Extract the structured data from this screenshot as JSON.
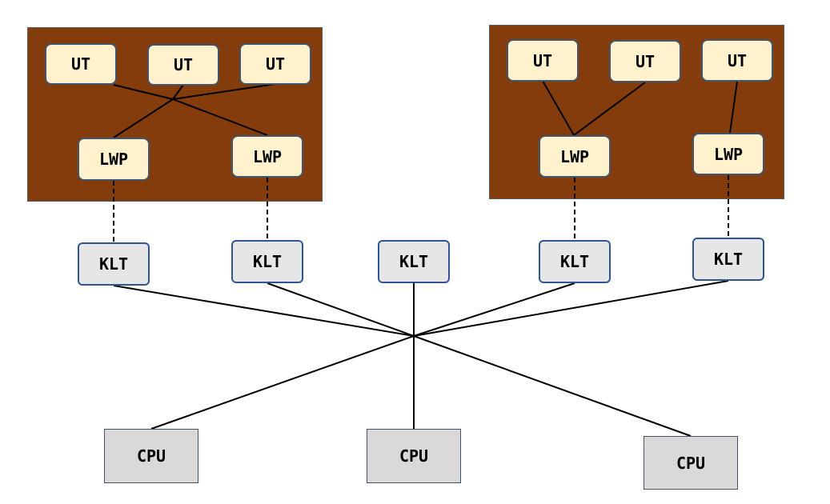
{
  "labels": {
    "ut": "UT",
    "lwp": "LWP",
    "klt": "KLT",
    "cpu": "CPU"
  },
  "colors": {
    "process_bg": "#843c0c",
    "thread_fill": "#fff2cc",
    "klt_fill": "#e7e6e6",
    "cpu_fill": "#d9d9d9",
    "line": "#000000"
  }
}
